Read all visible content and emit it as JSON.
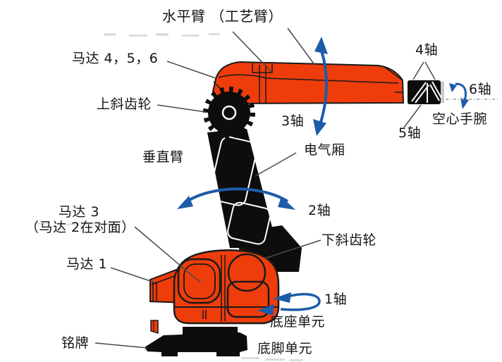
{
  "diagram": {
    "type": "industrial-robot-axes-diagram",
    "labels": {
      "horizontal_arm": "水平臂 （工艺臂）",
      "motors_456": "马达 4，5，6",
      "upper_bevel_gear": "上斜齿轮",
      "vertical_arm": "垂直臂",
      "axis3": "3轴",
      "electrical_box": "电气厢",
      "axis4": "4轴",
      "axis6": "6轴",
      "axis5": "5轴",
      "hollow_wrist": "空心手腕",
      "motor3_line1": "马达 3",
      "motor3_line2": "（马达 2在对面）",
      "axis2": "2轴",
      "lower_bevel_gear": "下斜齿轮",
      "motor1": "马达 1",
      "axis1": "1轴",
      "base_unit": "底座单元",
      "nameplate": "铭牌",
      "foot_unit": "底脚单元"
    },
    "colors": {
      "robot_orange": "#ee3d0b",
      "robot_black": "#0d0d0d",
      "arrow_blue": "#1d5ca8",
      "leader_gray": "#4a4a4a",
      "background": "#ffffff"
    }
  }
}
